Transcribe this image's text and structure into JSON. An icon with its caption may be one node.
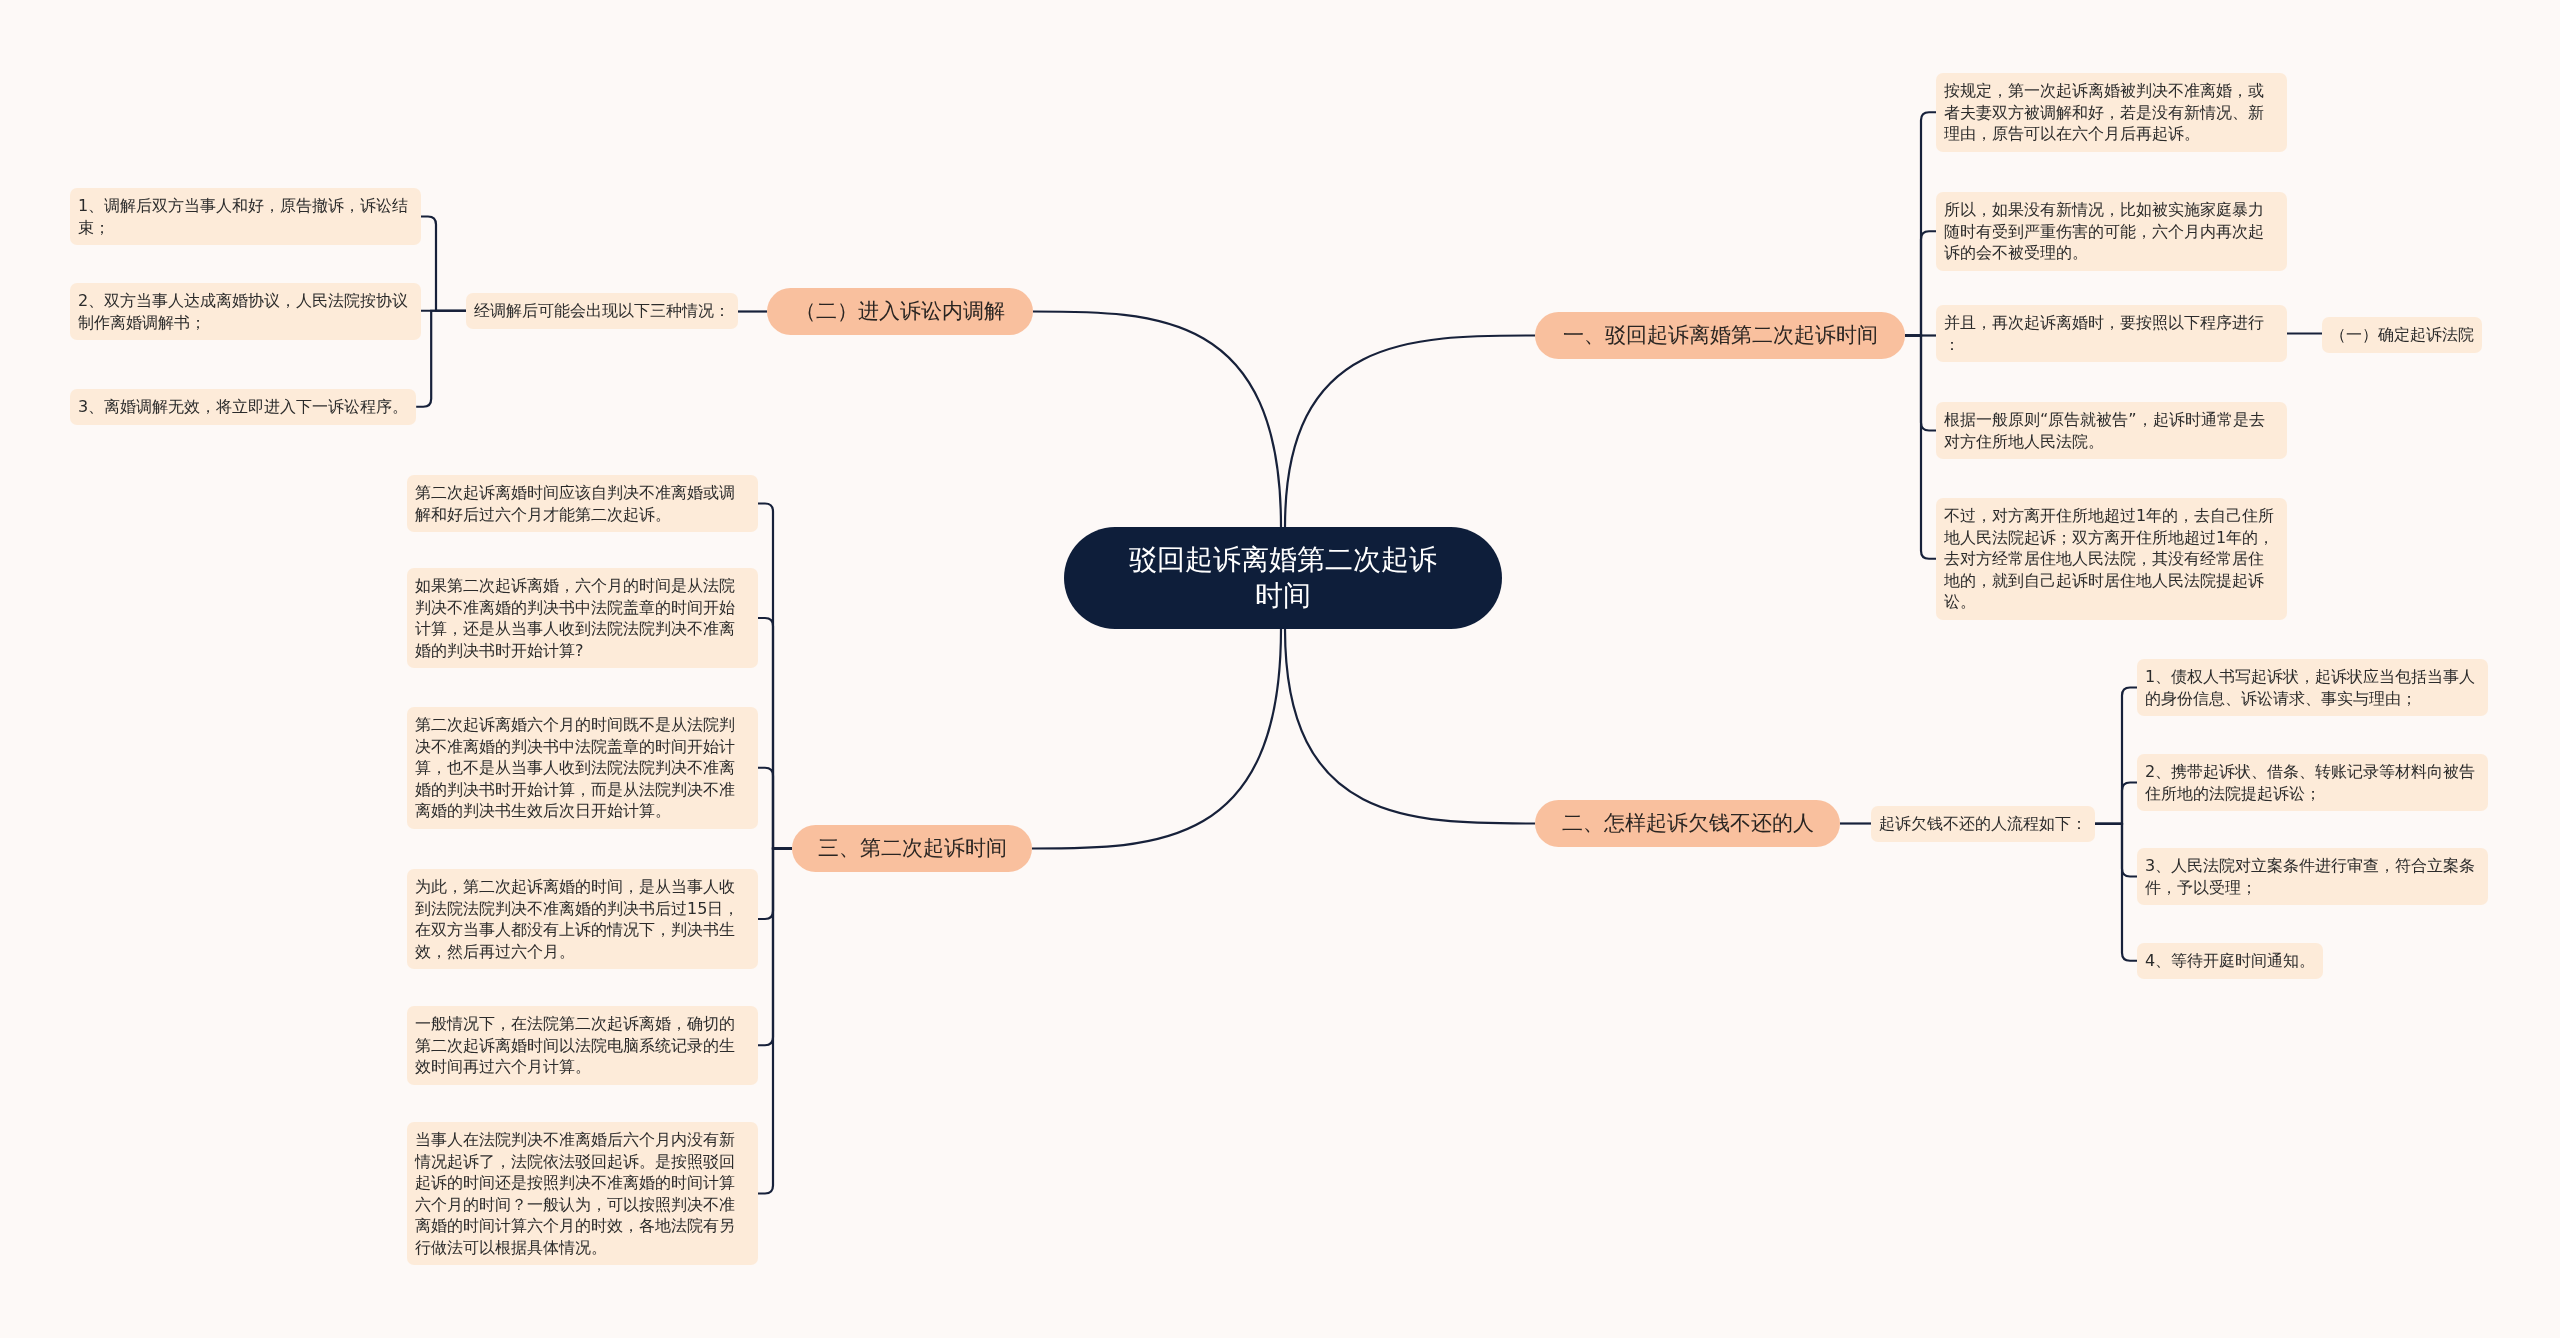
{
  "diagram": {
    "nodes": [
      {
        "text": [
          "驳回起诉离婚第二次起诉时间"
        ]
      },
      {
        "text": [
          "（二）进入诉讼内调解"
        ]
      },
      {
        "text": [
          "经调解后可能会出现以下三种情况："
        ]
      },
      {
        "text": [
          "1、调解后双方当事人和好，原告撤诉，诉讼结束；"
        ]
      },
      {
        "text": [
          "2、双方当事人达成离婚协议，人民法院按协议制作离婚调解书；"
        ]
      },
      {
        "text": [
          "3、离婚调解无效，将立即进入下一诉讼程序。"
        ]
      },
      {
        "text": [
          "一、驳回起诉离婚第二次起诉时间"
        ]
      },
      {
        "text": [
          "按规定，第一次起诉离婚被判决不准离婚，或者夫妻双方被调解和好，若是没有新情况、新理由，原告可以在六个月后再起诉。"
        ]
      },
      {
        "text": [
          "所以，如果没有新情况，比如被实施家庭暴力随时有受到严重伤害的可能，六个月内再次起诉的会不被受理的。"
        ]
      },
      {
        "text": [
          "并且，再次起诉离婚时，要按照以下程序进行："
        ]
      },
      {
        "text": [
          "根据一般原则“原告就被告”，起诉时通常是去对方住所地人民法院。"
        ]
      },
      {
        "text": [
          "不过，对方离开住所地超过1年的，去自己住所地人民法院起诉；双方离开住所地超过1年的，去对方经常居住地人民法院，其没有经常居住地的，就到自己起诉时居住地人民法院提起诉讼。"
        ]
      },
      {
        "text": [
          "（一）确定起诉法院"
        ]
      },
      {
        "text": [
          "二、怎样起诉欠钱不还的人"
        ]
      },
      {
        "text": [
          "起诉欠钱不还的人流程如下："
        ]
      },
      {
        "text": [
          "1、债权人书写起诉状，起诉状应当包括当事人的身份信息、诉讼请求、事实与理由；"
        ]
      },
      {
        "text": [
          "2、携带起诉状、借条、转账记录等材料向被告住所地的法院提起诉讼；"
        ]
      },
      {
        "text": [
          "3、人民法院对立案条件进行审查，符合立案条件，予以受理；"
        ]
      },
      {
        "text": [
          "4、等待开庭时间通知。"
        ]
      },
      {
        "text": [
          "三、第二次起诉时间"
        ]
      },
      {
        "text": [
          "第二次起诉离婚时间应该自判决不准离婚或调解和好后过六个月才能第二次起诉。"
        ]
      },
      {
        "text": [
          "如果第二次起诉离婚，六个月的时间是从法院判决不准离婚的判决书中法院盖章的时间开始计算，还是从当事人收到法院法院判决不准离婚的判决书时开始计算?"
        ]
      },
      {
        "text": [
          "第二次起诉离婚六个月的时间既不是从法院判决不准离婚的判决书中法院盖章的时间开始计算，也不是从当事人收到法院法院判决不准离婚的判决书时开始计算，而是从法院判决不准离婚的判决书生效后次日开始计算。"
        ]
      },
      {
        "text": [
          "为此，第二次起诉离婚的时间，是从当事人收到法院法院判决不准离婚的判决书后过15日，在双方当事人都没有上诉的情况下，判决书生效，然后再过六个月。"
        ]
      },
      {
        "text": [
          "一般情况下，在法院第二次起诉离婚，确切的第二次起诉离婚时间以法院电脑系统记录的生效时间再过六个月计算。"
        ]
      },
      {
        "text": [
          "当事人在法院判决不准离婚后六个月内没有新情况起诉了，法院依法驳回起诉。是按照驳回起诉的时间还是按照判决不准离婚的时间计算六个月的时间？一般认为，可以按照判决不准离婚的时间计算六个月的时效，各地法院有另行做法可以根据具体情况。"
        ]
      }
    ],
    "edges": [
      {
        "from": 0,
        "to": 1,
        "arrow": "none"
      },
      {
        "from": 1,
        "to": 2,
        "arrow": "none"
      },
      {
        "from": 2,
        "to": 3,
        "arrow": "none"
      },
      {
        "from": 2,
        "to": 4,
        "arrow": "none"
      },
      {
        "from": 2,
        "to": 5,
        "arrow": "none"
      },
      {
        "from": 0,
        "to": 6,
        "arrow": "none"
      },
      {
        "from": 6,
        "to": 7,
        "arrow": "none"
      },
      {
        "from": 6,
        "to": 8,
        "arrow": "none"
      },
      {
        "from": 6,
        "to": 9,
        "arrow": "none"
      },
      {
        "from": 6,
        "to": 10,
        "arrow": "none"
      },
      {
        "from": 6,
        "to": 11,
        "arrow": "none"
      },
      {
        "from": 9,
        "to": 12,
        "arrow": "none"
      },
      {
        "from": 0,
        "to": 13,
        "arrow": "none"
      },
      {
        "from": 13,
        "to": 14,
        "arrow": "none"
      },
      {
        "from": 14,
        "to": 15,
        "arrow": "none"
      },
      {
        "from": 14,
        "to": 16,
        "arrow": "none"
      },
      {
        "from": 14,
        "to": 17,
        "arrow": "none"
      },
      {
        "from": 14,
        "to": 18,
        "arrow": "none"
      },
      {
        "from": 0,
        "to": 19,
        "arrow": "none"
      },
      {
        "from": 19,
        "to": 20,
        "arrow": "none"
      },
      {
        "from": 19,
        "to": 21,
        "arrow": "none"
      },
      {
        "from": 19,
        "to": 22,
        "arrow": "none"
      },
      {
        "from": 19,
        "to": 23,
        "arrow": "none"
      },
      {
        "from": 19,
        "to": 24,
        "arrow": "none"
      },
      {
        "from": 19,
        "to": 25,
        "arrow": "none"
      }
    ]
  }
}
